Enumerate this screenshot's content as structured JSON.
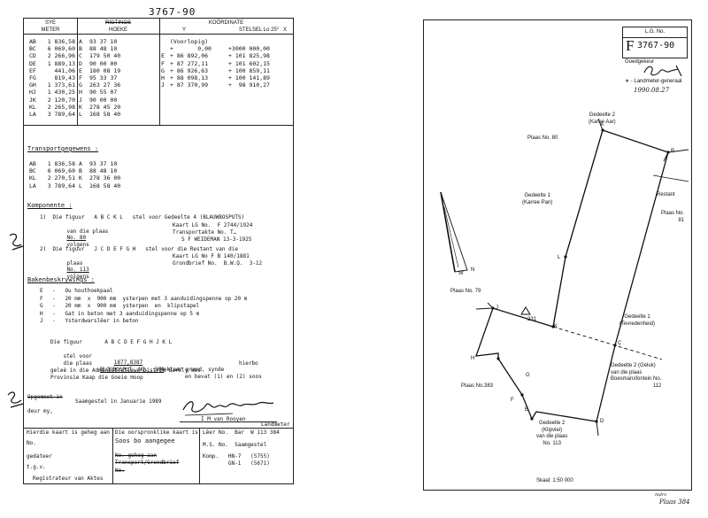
{
  "left_doc": {
    "ref_number": "3767-90",
    "header": {
      "sides_title": "SYE",
      "sides_unit": "METER",
      "directions_title": "RIGTINGS",
      "directions_sub": "HOEKE",
      "coords_title": "KOÖRDINATE",
      "coords_sub": "STELSEL Lo 25°",
      "y_label": "Y",
      "x_label": "X"
    },
    "sides_table": [
      {
        "code": "AB",
        "len": "1 836,58",
        "pt": "A",
        "ang": "93 37 10"
      },
      {
        "code": "BC",
        "len": "6 069,60",
        "pt": "B",
        "ang": "88 48 10"
      },
      {
        "code": "CD",
        "len": "2 266,96",
        "pt": "C",
        "ang": "179 50 40"
      },
      {
        "code": "DE",
        "len": "1 889,13",
        "pt": "D",
        "ang": "90 00 00"
      },
      {
        "code": "EF",
        "len": "441,06",
        "pt": "E",
        "ang": "180 08 19"
      },
      {
        "code": "FG",
        "len": "819,43",
        "pt": "F",
        "ang": "95 33 37"
      },
      {
        "code": "GH",
        "len": "1 373,61",
        "pt": "G",
        "ang": "263 27 36"
      },
      {
        "code": "HJ",
        "len": "1 430,25",
        "pt": "H",
        "ang": "90 55 07"
      },
      {
        "code": "JK",
        "len": "2 120,70",
        "pt": "J",
        "ang": "90 00 00"
      },
      {
        "code": "KL",
        "len": "2 265,98",
        "pt": "K",
        "ang": "278 45 20"
      },
      {
        "code": "LA",
        "len": "3 789,64",
        "pt": "L",
        "ang": "168 58 40"
      }
    ],
    "coords": [
      {
        "pt": "",
        "y": "(Voorlopig)",
        "x": ""
      },
      {
        "pt": "",
        "y": "+       0,00",
        "x": "+3000 000,00"
      },
      {
        "pt": "",
        "y": "",
        "x": ""
      },
      {
        "pt": "",
        "y": "",
        "x": ""
      },
      {
        "pt": "E",
        "y": "+ 86 892,06",
        "x": "+ 101 825,98"
      },
      {
        "pt": "F",
        "y": "+ 87 272,11",
        "x": "+ 101 602,15"
      },
      {
        "pt": "G",
        "y": "+ 86 926,63",
        "x": "+ 100 859,11"
      },
      {
        "pt": "H",
        "y": "+ 88 098,13",
        "x": "+ 100 141,89"
      },
      {
        "pt": "J",
        "y": "+ 87 370,99",
        "x": "+  98 910,27"
      }
    ],
    "transport_title": "Transportgegewens :",
    "transport": [
      {
        "code": "AB",
        "len": "1 836,58",
        "pt": "A",
        "ang": "93 37 10"
      },
      {
        "code": "BC",
        "len": "6 069,60",
        "pt": "B",
        "ang": "88 48 10"
      },
      {
        "code": "KL",
        "len": "2 270,51",
        "pt": "K",
        "ang": "278 36 00"
      },
      {
        "code": "LA",
        "len": "3 789,64",
        "pt": "L",
        "ang": "168 58 40"
      }
    ],
    "komponente_title": "Komponente :",
    "komp1_a": "1)  Die figuur   A B C K L   stel voor Gedeelte 4 (BLAUWBOSPUTS)",
    "komp1_b": "van die plaas",
    "komp1_plaas": "No. 80",
    "komp1_c": "volgens",
    "komp1_d": "Kaart LG No.  F 2744/1924",
    "komp1_e": "Transportakte No. T…",
    "komp1_f": "S F WEIDEMAN 13-3-1925",
    "komp2_a": "2)  Die figuur   J C D E F G H   stel voor die Restant van die",
    "komp2_b": "plaas",
    "komp2_plaas": "No. 113",
    "komp2_c": "volgens",
    "komp2_d": "Kaart LG No F B 140/1881",
    "komp2_e": "Grondbrief No.  B.W.Q.  3-12",
    "baken_title": "Bakenbeskrywings :",
    "baken": [
      {
        "pt": "E",
        "desc": "Ou houthoekpaal"
      },
      {
        "pt": "F",
        "desc": "20 mm  x  900 mm  ysterpen met 3 aanduidingspenne op 20 m"
      },
      {
        "pt": "G",
        "desc": "20 mm  x  900 mm  ysterpen  en  klipstapel"
      },
      {
        "pt": "H",
        "desc": "Gat in beton met 3 aanduidingspenne op 5 m"
      },
      {
        "pt": "J",
        "desc": "Ysterdwarslêer in beton"
      }
    ],
    "fig_line1": "Die figuur       A B C D E F G H J K L",
    "fig_line2a": "stel voor",
    "fig_area": "1877,8387",
    "fig_line2b": "hektaar grond, synde",
    "fig_line3a": "die plaas",
    "fig_plaas": "BLOUBOSPUT  NO.  384",
    "fig_line3b": "en bevat (1) en (2) soos",
    "fig_line3c": "hierbo",
    "district_line1": "geleë in die Administratiewe Distrik Barkly Wes",
    "district_line2": "Provinsie Kaap die Goeie Hoop",
    "opgemeet": "Opgemeet in",
    "saamgestel": "Saamgestel in Januarie 1989",
    "deur": "deur my,",
    "surveyor_name": "I M van Rooyen",
    "surveyor_title": "Landmeter",
    "footer": {
      "col1_line1": "Hierdie kaart is geheg aan",
      "col1_line2": "No.",
      "col1_line3": "gedateer",
      "col1_line4": "t.g.v.",
      "col1_sign": "Registrateur van Aktes",
      "col2_line1": "Die oorspronklike kaart is",
      "col2_hand": "Soos bo aangegee",
      "col2_line3": "No.          geheg aan",
      "col2_line4": "Transport/Grondbrief",
      "col2_line5": "No.",
      "col3_line1": "Lêer No.  Bar  W 113 384",
      "col3_line2": "M.S. No.  Saamgestel",
      "col3_line3": "Komp.   HN-7   (5755)",
      "col3_line4": "        GN-1   (5671)"
    },
    "margin_sign": "Sesl"
  },
  "right_doc": {
    "lg_title": "L.G. No.",
    "lg_prefix": "F",
    "lg_number": "3767-90",
    "approved": "Goedgekeur",
    "approved_role": "∗ - Landmeter-generaal",
    "approved_date": "1990.08.27",
    "labels": {
      "gedeelte2_a": "Gedeelte 2",
      "gedeelte2_a2": "(Karee Aar)",
      "plaas80": "Plaas No. 80",
      "gedeelte1": "Gedeelte 1",
      "gedeelte1b": "(Karree Pan)",
      "restant": "Restant",
      "plaas_no": "Plaas No.",
      "plaas81": "81",
      "plaas79": "Plaas No. 79",
      "beacon231": "231",
      "gedeelte1_t": "Gedeelte 1",
      "gedeelte1_t2": "(Tevredenheid)",
      "gedeelte2_g": "Gedeelte 2 (Geluk)",
      "gedeelte2_g2": "van die plaas",
      "gedeelte2_g3": "Boesmansfontein No.",
      "gedeelte2_g4": "112",
      "plaas383": "Plaas No.383",
      "gedeelte2_k": "Gedeelte 2",
      "gedeelte2_k2": "(Klipvlei)",
      "gedeelte2_k3": "van die plaas",
      "gedeelte2_k4": "No. 113",
      "scale": "Skaal: 1:50 000",
      "north_w": "W",
      "north_n": "N"
    },
    "points": {
      "A": "A",
      "B": "B",
      "C": "C",
      "D": "D",
      "E": "E",
      "F": "F",
      "G": "G",
      "H": "H",
      "J": "J",
      "K": "K",
      "L": "L"
    },
    "corner_note": "Plaas 384",
    "corner_note2": "mdrs"
  }
}
